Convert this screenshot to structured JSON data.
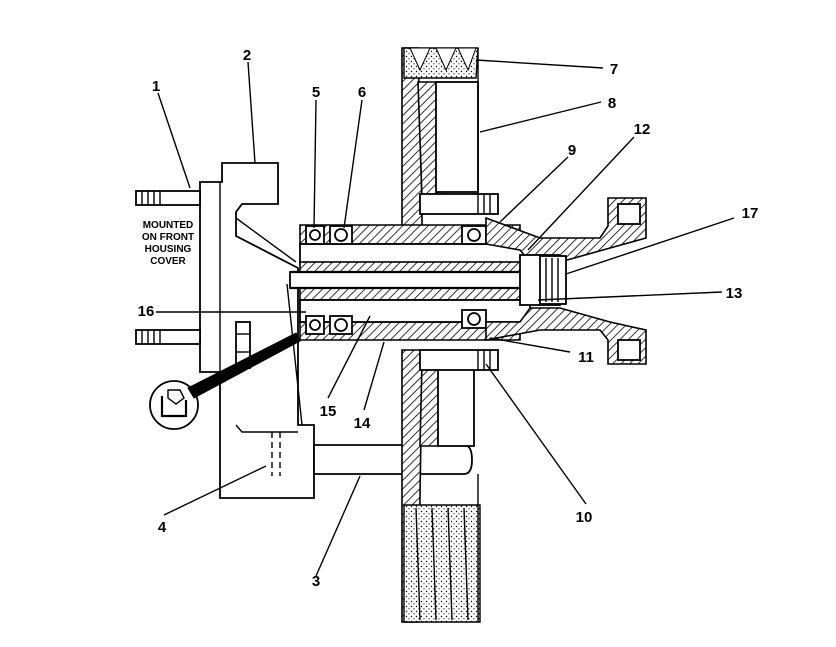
{
  "note": [
    "MOUNTED",
    "ON FRONT",
    "HOUSING",
    "COVER"
  ],
  "callouts": {
    "c1": "1",
    "c2": "2",
    "c3": "3",
    "c4": "4",
    "c5": "5",
    "c6": "6",
    "c7": "7",
    "c8": "8",
    "c9": "9",
    "c10": "10",
    "c11": "11",
    "c12": "12",
    "c13": "13",
    "c14": "14",
    "c15": "15",
    "c16": "16",
    "c17": "17"
  }
}
